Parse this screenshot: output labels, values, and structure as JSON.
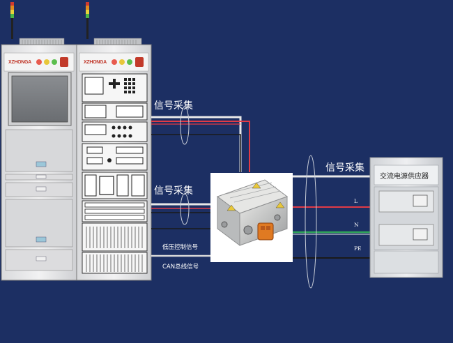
{
  "brand": "XZHONGA",
  "labels": {
    "signal_top": "信号采集",
    "signal_mid": "信号采集",
    "signal_right": "信号采集",
    "low_voltage": "低压控制信号",
    "can_bus": "CAN总线信号",
    "line_l": "L",
    "line_n": "N",
    "line_pe": "PE",
    "ac_supply": "交流电源供应器"
  },
  "colors": {
    "background": "#1c2f63",
    "wire_red": "#e23b46",
    "wire_green": "#2fa35a",
    "wire_white": "#e8e8e8",
    "wire_dark": "#1a1a1a"
  }
}
